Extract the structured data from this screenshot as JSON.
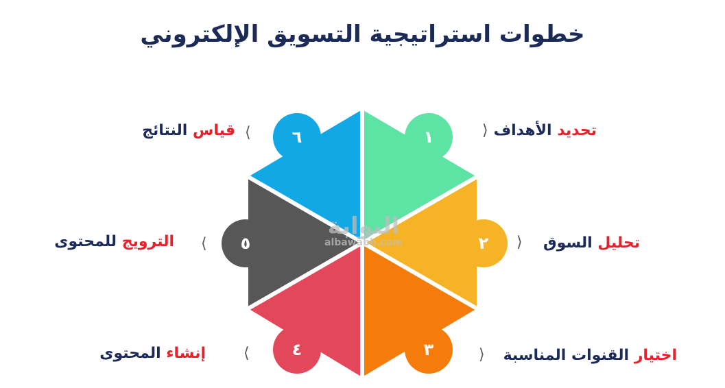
{
  "title": "خطوات استراتيجية التسويق الإلكتروني",
  "colors": {
    "step1": "#5de3a3",
    "step2": "#f6b326",
    "step3": "#f57c0b",
    "step4": "#e3485a",
    "step5": "#575757",
    "step6": "#12a7e5",
    "text_dark": "#1b2a57",
    "text_highlight": "#e8202a"
  },
  "steps": [
    {
      "number": "١",
      "highlight": "تحديد",
      "rest": " الأهداف"
    },
    {
      "number": "٢",
      "highlight": "تحليل",
      "rest": " السوق"
    },
    {
      "number": "٣",
      "highlight": "اختيار",
      "rest": " القنوات المناسبة"
    },
    {
      "number": "٤",
      "highlight": "إنشاء",
      "rest": " المحتوى"
    },
    {
      "number": "٥",
      "highlight": "الترويج",
      "rest": " للمحتوى"
    },
    {
      "number": "٦",
      "highlight": "قياس",
      "rest": " النتائج"
    }
  ],
  "watermark": {
    "arabic": "البوابة",
    "latin": "albawabh.com"
  }
}
